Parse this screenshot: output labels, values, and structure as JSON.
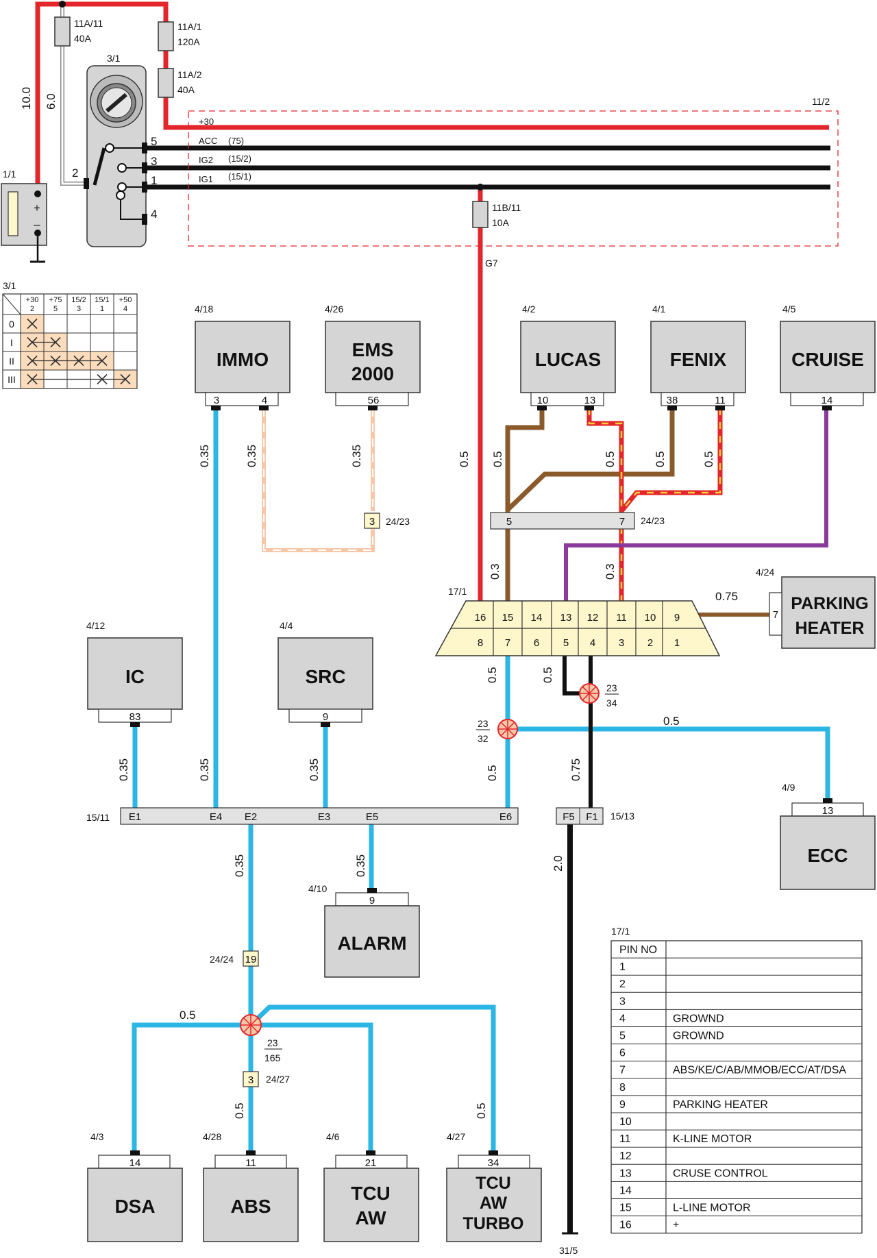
{
  "palette": {
    "red": "#e3262b",
    "black": "#111111",
    "cyan": "#2bb6e4",
    "purple": "#8a3a9c",
    "brown": "#8b5a2b",
    "yellow_stripe": "#f5d23a",
    "peach": "#f6c7a8",
    "module_fill": "#d5d5d5",
    "diag_fill": "#fff7cc",
    "matrix_fill": "#fbdcbc"
  },
  "fuses": {
    "f1": {
      "ref": "11A/11",
      "rating": "40A"
    },
    "f2": {
      "ref": "11A/1",
      "rating": "120A"
    },
    "f3": {
      "ref": "11A/2",
      "rating": "40A"
    },
    "f4": {
      "ref": "11B/11",
      "rating": "10A"
    }
  },
  "battery": {
    "ref": "1/1",
    "plus": "+",
    "minus": "–"
  },
  "ignition": {
    "ref": "3/1",
    "pins": [
      "5",
      "3",
      "1",
      "4",
      "2"
    ]
  },
  "bus_box": {
    "ref": "11/2"
  },
  "bus_lines": {
    "b30": "+30",
    "acc": "ACC",
    "acc_t": "(75)",
    "ig2": "IG2",
    "ig2_t": "(15/2)",
    "ig1": "IG1",
    "ig1_t": "(15/1)"
  },
  "wire_sizes": {
    "w10": "10.0",
    "w6": "6.0",
    "w05": "0.5",
    "w035": "0.35",
    "w03": "0.3",
    "w075": "0.75",
    "w20": "2.0"
  },
  "g7": "G7",
  "switch_matrix": {
    "ref": "3/1",
    "columns": [
      {
        "top": "+30",
        "bottom": "2"
      },
      {
        "top": "+75",
        "bottom": "5"
      },
      {
        "top": "15/2",
        "bottom": "3"
      },
      {
        "top": "15/1",
        "bottom": "1"
      },
      {
        "top": "+50",
        "bottom": "4"
      }
    ],
    "rows": [
      "0",
      "I",
      "II",
      "III"
    ]
  },
  "modules": {
    "immo": {
      "ref": "4/18",
      "name": "IMMO",
      "pins": [
        "3",
        "4"
      ]
    },
    "ems": {
      "ref": "4/26",
      "name1": "EMS",
      "name2": "2000",
      "pin": "56"
    },
    "lucas": {
      "ref": "4/2",
      "name": "LUCAS",
      "pins": [
        "10",
        "13"
      ]
    },
    "fenix": {
      "ref": "4/1",
      "name": "FENIX",
      "pins": [
        "38",
        "11"
      ]
    },
    "cruise": {
      "ref": "4/5",
      "name": "CRUISE",
      "pin": "14"
    },
    "parking": {
      "ref": "4/24",
      "name1": "PARKING",
      "name2": "HEATER",
      "pin": "7"
    },
    "ic": {
      "ref": "4/12",
      "name": "IC",
      "pin": "83"
    },
    "src": {
      "ref": "4/4",
      "name": "SRC",
      "pin": "9"
    },
    "ecc": {
      "ref": "4/9",
      "name": "ECC",
      "pin": "13"
    },
    "alarm": {
      "ref": "4/10",
      "name": "ALARM",
      "pin": "9"
    },
    "dsa": {
      "ref": "4/3",
      "name": "DSA",
      "pin": "14"
    },
    "abs": {
      "ref": "4/28",
      "name": "ABS",
      "pin": "11"
    },
    "tcu": {
      "ref": "4/6",
      "name1": "TCU",
      "name2": "AW",
      "pin": "21"
    },
    "tcut": {
      "ref": "4/27",
      "name1": "TCU",
      "name2": "AW",
      "name3": "TURBO",
      "pin": "34"
    }
  },
  "connectors": {
    "c2423a": {
      "ref": "24/23",
      "pin": "3"
    },
    "c2423b": {
      "ref": "24/23",
      "pins": [
        "5",
        "7"
      ]
    },
    "c2424": {
      "ref": "24/24",
      "pin": "19"
    },
    "c2427": {
      "ref": "24/27",
      "pin": "3"
    }
  },
  "splices": {
    "s1": {
      "num": "23",
      "den": "34"
    },
    "s2": {
      "num": "23",
      "den": "32"
    },
    "s3": {
      "num": "23",
      "den": "165"
    }
  },
  "diag_connector": {
    "ref": "17/1",
    "top_pins": [
      "16",
      "15",
      "14",
      "13",
      "12",
      "11",
      "10",
      "9"
    ],
    "bottom_pins": [
      "8",
      "7",
      "6",
      "5",
      "4",
      "3",
      "2",
      "1"
    ]
  },
  "bar_15_11": {
    "ref": "15/11",
    "pins": [
      "E1",
      "E4",
      "E2",
      "E3",
      "E5",
      "E6"
    ]
  },
  "bar_15_13": {
    "ref": "15/13",
    "pins": [
      "F5",
      "F1"
    ]
  },
  "ground_31_5": "31/5",
  "pin_table": {
    "ref": "17/1",
    "header": "PIN NO",
    "rows": [
      {
        "pin": "1",
        "desc": ""
      },
      {
        "pin": "2",
        "desc": ""
      },
      {
        "pin": "3",
        "desc": ""
      },
      {
        "pin": "4",
        "desc": "GROWND"
      },
      {
        "pin": "5",
        "desc": "GROWND"
      },
      {
        "pin": "6",
        "desc": ""
      },
      {
        "pin": "7",
        "desc": "ABS/KE/C/AB/MMOB/ECC/AT/DSA"
      },
      {
        "pin": "8",
        "desc": ""
      },
      {
        "pin": "9",
        "desc": "PARKING HEATER"
      },
      {
        "pin": "10",
        "desc": ""
      },
      {
        "pin": "11",
        "desc": "K-LINE MOTOR"
      },
      {
        "pin": "12",
        "desc": ""
      },
      {
        "pin": "13",
        "desc": "CRUSE CONTROL"
      },
      {
        "pin": "14",
        "desc": ""
      },
      {
        "pin": "15",
        "desc": "L-LINE MOTOR"
      },
      {
        "pin": "16",
        "desc": "+"
      }
    ]
  }
}
